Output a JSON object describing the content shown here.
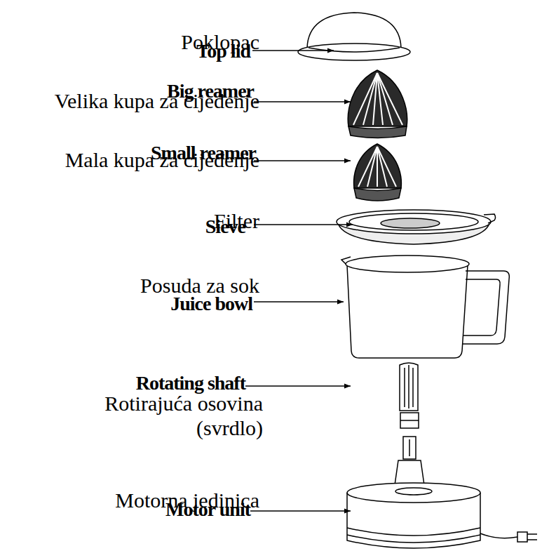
{
  "diagram": {
    "labels": [
      "Poklopac",
      "Top lid",
      "Velika kupa za cijeđenje",
      "Big reamer",
      "Mala kupa za cijeđenje",
      "Small reamer",
      "Filter",
      "Sieve",
      "Posuda za sok",
      "Juice bowl",
      "Rotating shaft",
      "Rotirajuća osovina (svrdlo)",
      "Motorna jedinica",
      "Motor unit"
    ]
  }
}
